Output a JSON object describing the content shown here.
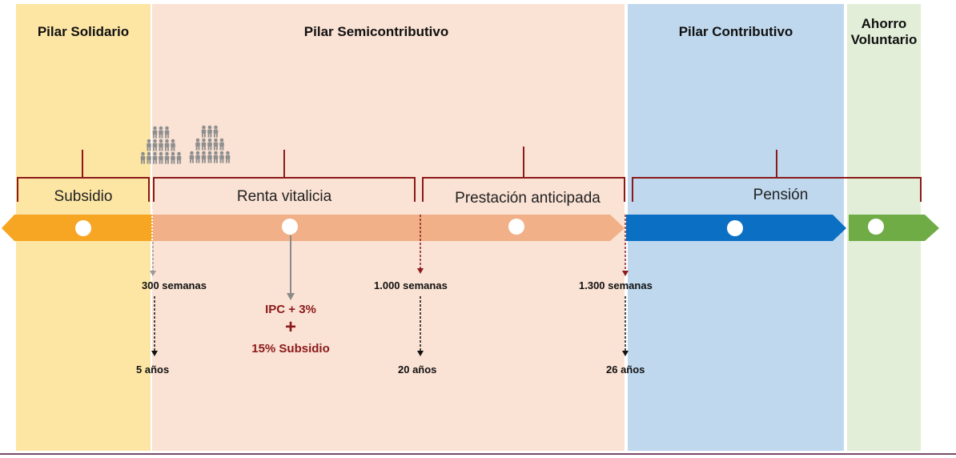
{
  "pillars": [
    {
      "title": "Pilar Solidario"
    },
    {
      "title": "Pilar Semicontributivo"
    },
    {
      "title": "Pilar Contributivo"
    },
    {
      "title_line1": "Ahorro",
      "title_line2": "Voluntario"
    }
  ],
  "brackets": {
    "subsidio": "Subsidio",
    "renta": "Renta vitalicia",
    "prestacion": "Prestación anticipada",
    "pension": "Pensión"
  },
  "thresholds": [
    {
      "semanas": "300 semanas",
      "anos": "5 años"
    },
    {
      "semanas": "1.000 semanas",
      "anos": "20 años"
    },
    {
      "semanas": "1.300 semanas",
      "anos": "26 años"
    }
  ],
  "formula": {
    "line1": "IPC + 3%",
    "plus": "+",
    "line2": "15% Subsidio"
  },
  "colors": {
    "solidario_arrow": "#f6a623",
    "semi_arrow": "#f1b087",
    "contrib_arrow": "#0b6fc4",
    "ahorro_arrow": "#6fac46",
    "bracket": "#8b1a1a",
    "people": "#8f8f8f"
  }
}
